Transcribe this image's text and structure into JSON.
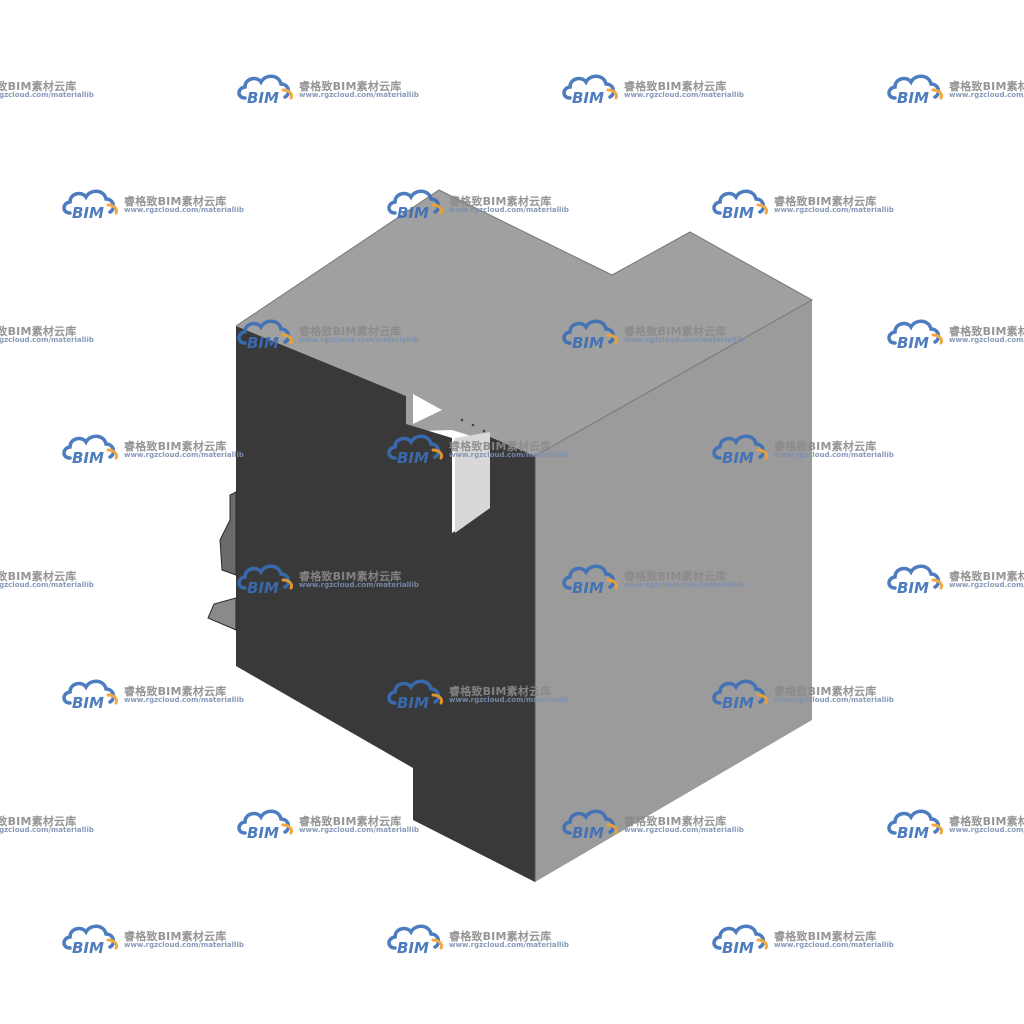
{
  "watermark": {
    "brand_text": "睿格致BIM素材云库",
    "url_text": "www.rgzcloud.com/materiallib",
    "logo_text": "BIM",
    "logo_colors": {
      "cloud": "#3a6fb8",
      "accent": "#f0a030",
      "text": "#3a6fb8"
    }
  },
  "model": {
    "subject": "3D model of a box-shaped component",
    "colors": {
      "top_face": "#a0a0a0",
      "right_face": "#9b9b9b",
      "left_face": "#3a3a3a",
      "slot": "#ffffff",
      "edges": "#2a2a2a"
    }
  }
}
